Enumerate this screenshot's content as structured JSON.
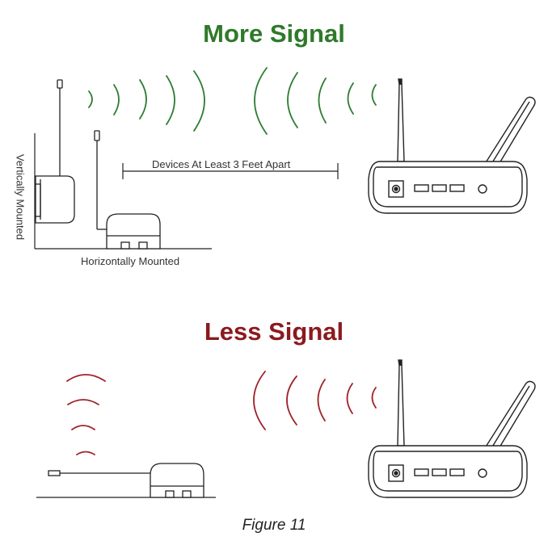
{
  "headings": {
    "more_signal": "More Signal",
    "less_signal": "Less Signal"
  },
  "labels": {
    "devices_apart": "Devices At Least 3 Feet Apart",
    "horizontally_mounted": "Horizontally Mounted",
    "vertically_mounted": "Vertically Mounted"
  },
  "caption": "Figure 11",
  "colors": {
    "good_signal": "#2e7d32",
    "weak_signal": "#a0222a",
    "more_heading": "#2f7a2a",
    "less_heading": "#8b1a1e",
    "line_art": "#222222"
  },
  "icons": {
    "router": "wifi-router-icon",
    "sensor": "wireless-sensor-icon",
    "signal_wave": "signal-wave-icon"
  }
}
